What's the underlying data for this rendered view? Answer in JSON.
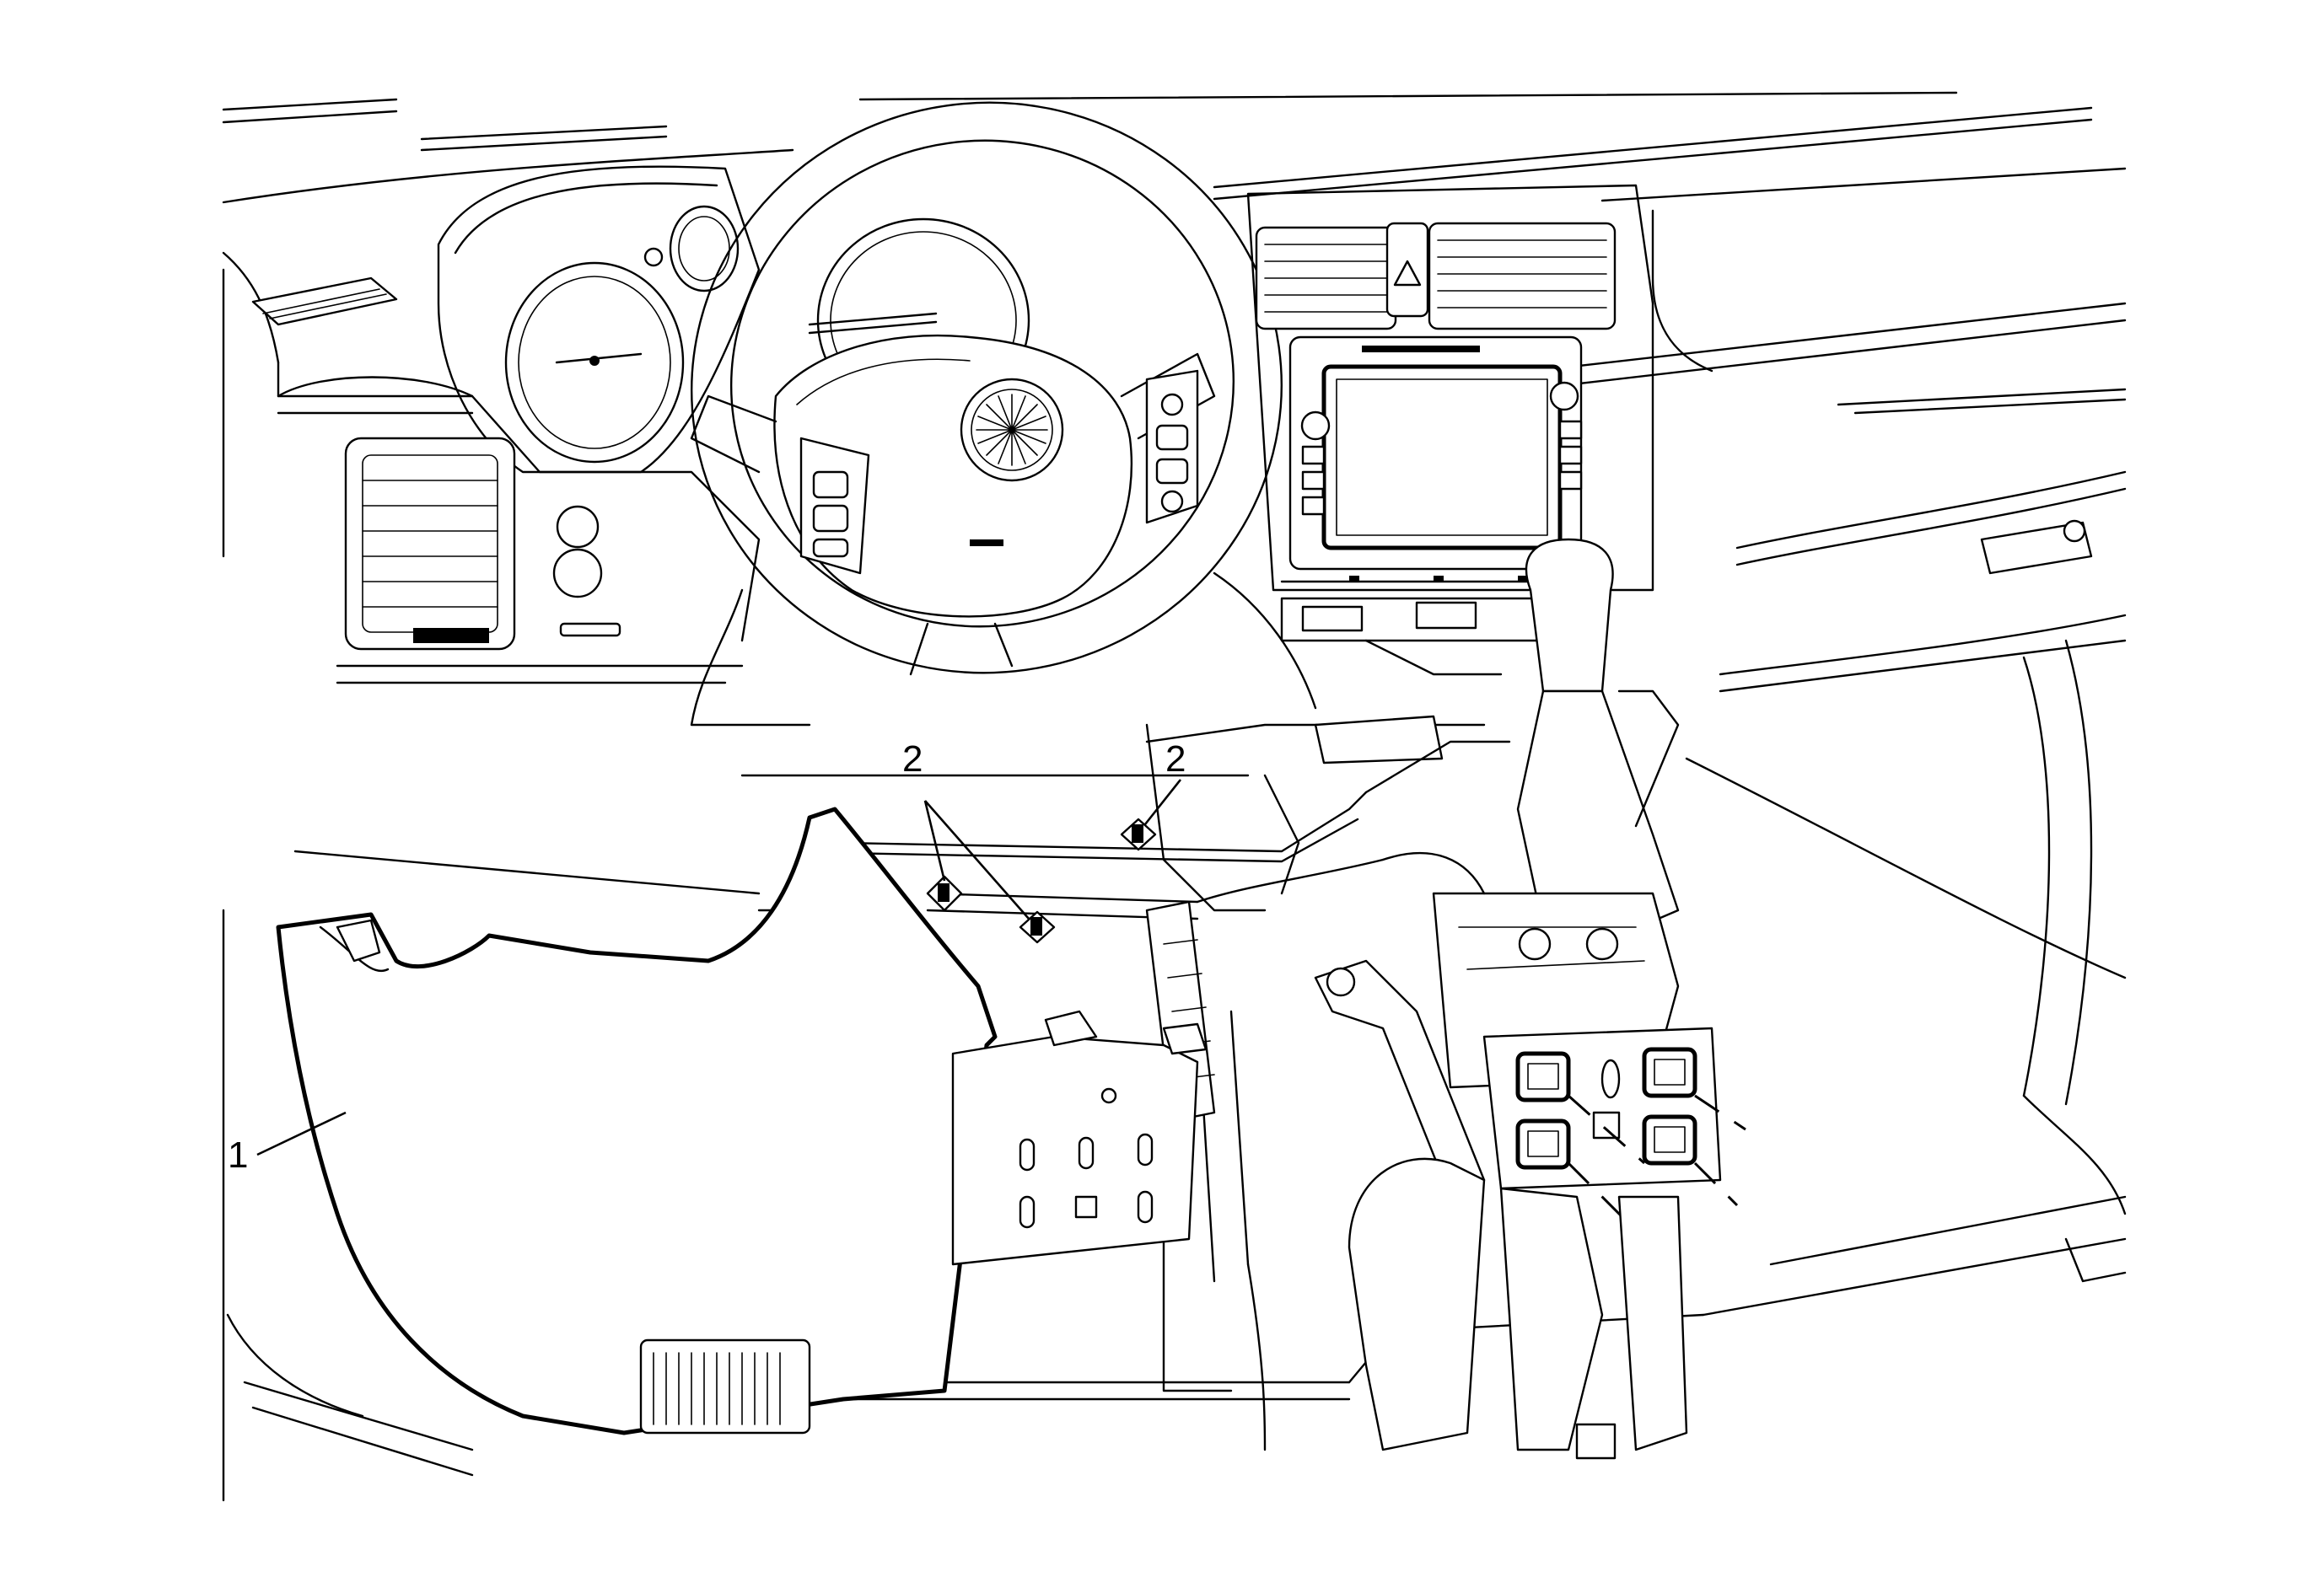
{
  "figure": {
    "callouts": [
      {
        "id": "1",
        "label": "1"
      },
      {
        "id": "2a",
        "label": "2"
      },
      {
        "id": "2b",
        "label": "2"
      }
    ],
    "icons": {
      "airbag_emblem": "starburst-emblem-icon",
      "hazard_button": "hazard-triangle-icon"
    }
  }
}
